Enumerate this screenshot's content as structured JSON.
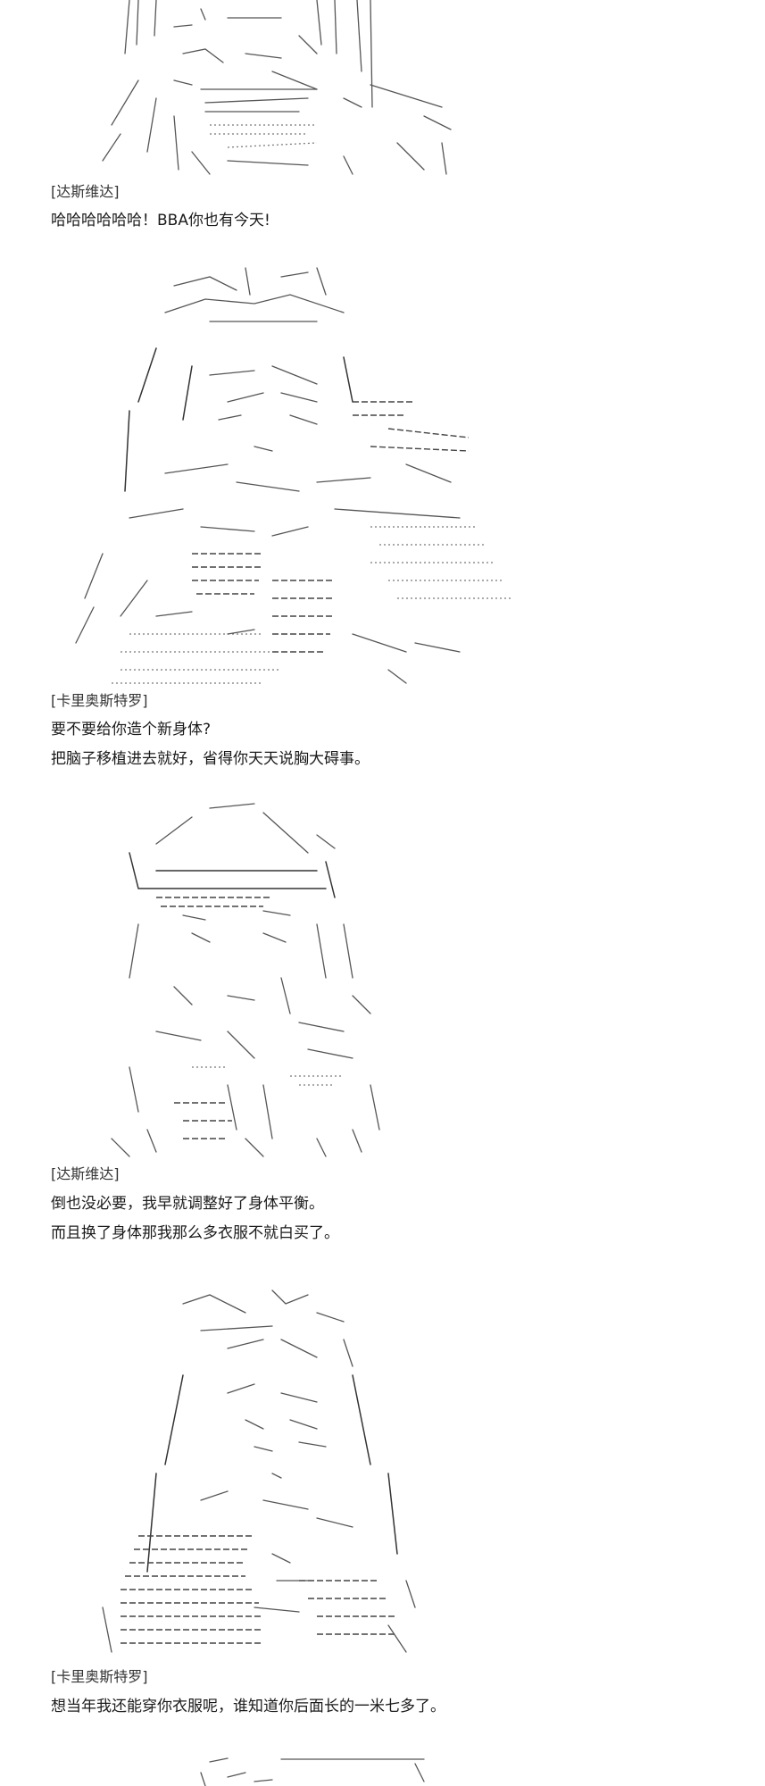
{
  "blocks": [
    {
      "speaker": "[达斯维达]",
      "lines": [
        "哈哈哈哈哈哈！BBA你也有今天!"
      ]
    },
    {
      "speaker": "[卡里奥斯特罗]",
      "lines": [
        "要不要给你造个新身体?",
        "把脑子移植进去就好，省得你天天说胸大碍事。"
      ]
    },
    {
      "speaker": "[达斯维达]",
      "lines": [
        "倒也没必要，我早就调整好了身体平衡。",
        "而且换了身体那我那么多衣服不就白买了。"
      ]
    },
    {
      "speaker": "[卡里奥斯特罗]",
      "lines": [
        "想当年我还能穿你衣服呢，谁知道你后面长的一米七多了。"
      ]
    }
  ],
  "art": [
    {
      "icon": "ascii-art-figure-icon"
    },
    {
      "icon": "ascii-art-figure-icon"
    },
    {
      "icon": "ascii-art-figure-icon"
    },
    {
      "icon": "ascii-art-figure-icon"
    },
    {
      "icon": "ascii-art-figure-icon"
    }
  ]
}
